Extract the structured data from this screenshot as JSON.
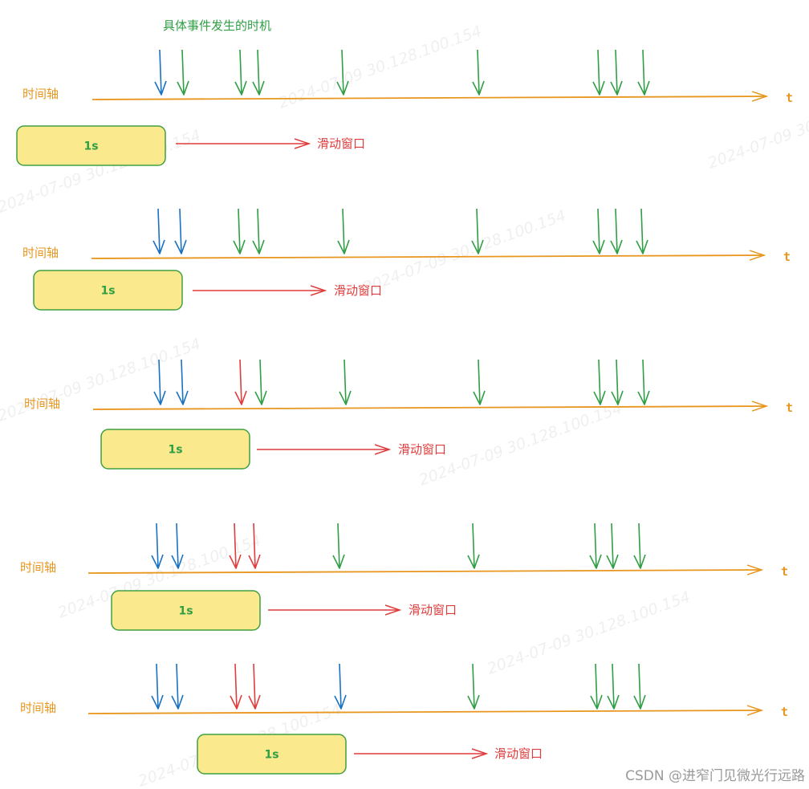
{
  "header": {
    "label": "具体事件发生的时机"
  },
  "axis_label": "时间轴",
  "axis_end_label": "t",
  "window_duration": "1s",
  "window_label": "滑动窗口",
  "watermark": "2024-07-09 30.128.100.154",
  "credit": "CSDN @进窄门见微光行远路",
  "colors": {
    "axis": "#e8961e",
    "event_green": "#2f9e44",
    "event_blue": "#1971c2",
    "event_red": "#e03c3c",
    "window_fill": "#fbe98e",
    "window_border": "#40a040",
    "window_arrow": "#e03c3c"
  },
  "rows": [
    {
      "events": [
        "blue",
        "green",
        "green",
        "green",
        "green",
        "green",
        "green",
        "green",
        "green"
      ]
    },
    {
      "events": [
        "blue",
        "blue",
        "green",
        "green",
        "green",
        "green",
        "green",
        "green",
        "green"
      ]
    },
    {
      "events": [
        "blue",
        "blue",
        "red",
        "green",
        "green",
        "green",
        "green",
        "green",
        "green"
      ]
    },
    {
      "events": [
        "blue",
        "blue",
        "red",
        "red",
        "green",
        "green",
        "green",
        "green",
        "green"
      ]
    },
    {
      "events": [
        "blue",
        "blue",
        "red",
        "red",
        "blue",
        "green",
        "green",
        "green",
        "green"
      ]
    }
  ]
}
